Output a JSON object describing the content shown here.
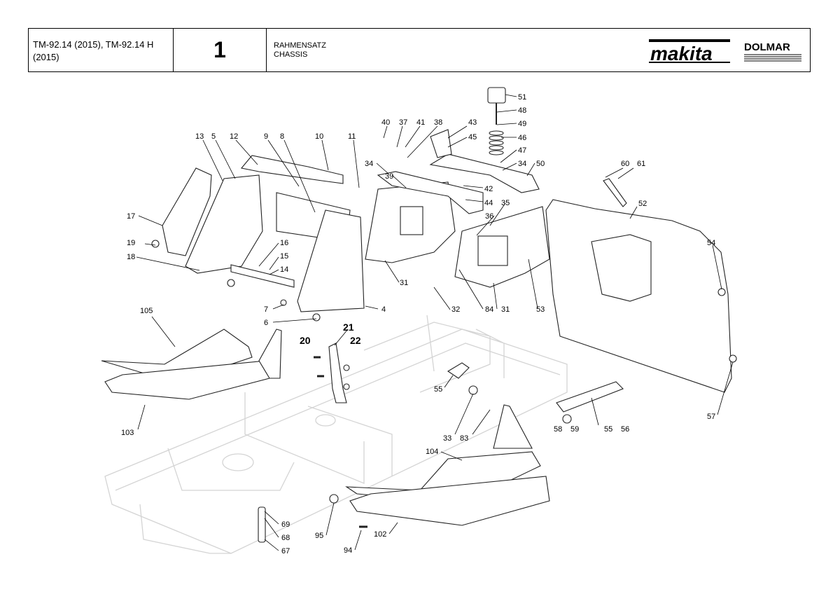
{
  "header": {
    "model": "TM-92.14 (2015), TM-92.14 H (2015)",
    "model_line1": "TM-92.14 (2015), TM-92.14 H",
    "model_line2": "(2015)",
    "page_number": "1",
    "title_de": "RAHMENSATZ",
    "title_en": "CHASSIS",
    "brand1": "makita",
    "brand2": "DOLMAR"
  },
  "callouts": [
    {
      "id": "c13",
      "text": "13"
    },
    {
      "id": "c5",
      "text": "5"
    },
    {
      "id": "c12",
      "text": "12"
    },
    {
      "id": "c9",
      "text": "9"
    },
    {
      "id": "c8",
      "text": "8"
    },
    {
      "id": "c10",
      "text": "10"
    },
    {
      "id": "c11",
      "text": "11"
    },
    {
      "id": "c40",
      "text": "40"
    },
    {
      "id": "c37",
      "text": "37"
    },
    {
      "id": "c41",
      "text": "41"
    },
    {
      "id": "c38",
      "text": "38"
    },
    {
      "id": "c43",
      "text": "43"
    },
    {
      "id": "c45",
      "text": "45"
    },
    {
      "id": "c51",
      "text": "51"
    },
    {
      "id": "c48",
      "text": "48"
    },
    {
      "id": "c49",
      "text": "49"
    },
    {
      "id": "c46",
      "text": "46"
    },
    {
      "id": "c47",
      "text": "47"
    },
    {
      "id": "c50",
      "text": "50"
    },
    {
      "id": "c34a",
      "text": "34"
    },
    {
      "id": "c34b",
      "text": "34"
    },
    {
      "id": "c39",
      "text": "39"
    },
    {
      "id": "c42",
      "text": "42"
    },
    {
      "id": "c44",
      "text": "44"
    },
    {
      "id": "c36",
      "text": "36"
    },
    {
      "id": "c35",
      "text": "35"
    },
    {
      "id": "c60",
      "text": "60"
    },
    {
      "id": "c61",
      "text": "61"
    },
    {
      "id": "c52",
      "text": "52"
    },
    {
      "id": "c17",
      "text": "17"
    },
    {
      "id": "c19",
      "text": "19"
    },
    {
      "id": "c18",
      "text": "18"
    },
    {
      "id": "c16",
      "text": "16"
    },
    {
      "id": "c15",
      "text": "15"
    },
    {
      "id": "c14",
      "text": "14"
    },
    {
      "id": "c7",
      "text": "7"
    },
    {
      "id": "c6",
      "text": "6"
    },
    {
      "id": "c4",
      "text": "4"
    },
    {
      "id": "c31a",
      "text": "31"
    },
    {
      "id": "c32",
      "text": "32"
    },
    {
      "id": "c84",
      "text": "84"
    },
    {
      "id": "c31b",
      "text": "31"
    },
    {
      "id": "c53",
      "text": "53"
    },
    {
      "id": "c54",
      "text": "54"
    },
    {
      "id": "c105",
      "text": "105"
    },
    {
      "id": "c21",
      "text": "21"
    },
    {
      "id": "c20",
      "text": "20"
    },
    {
      "id": "c22",
      "text": "22"
    },
    {
      "id": "c55a",
      "text": "55"
    },
    {
      "id": "c103",
      "text": "103"
    },
    {
      "id": "c33",
      "text": "33"
    },
    {
      "id": "c83",
      "text": "83"
    },
    {
      "id": "c58",
      "text": "58"
    },
    {
      "id": "c59",
      "text": "59"
    },
    {
      "id": "c55b",
      "text": "55"
    },
    {
      "id": "c56",
      "text": "56"
    },
    {
      "id": "c57",
      "text": "57"
    },
    {
      "id": "c104",
      "text": "104"
    },
    {
      "id": "c69",
      "text": "69"
    },
    {
      "id": "c68",
      "text": "68"
    },
    {
      "id": "c67",
      "text": "67"
    },
    {
      "id": "c95",
      "text": "95"
    },
    {
      "id": "c102",
      "text": "102"
    },
    {
      "id": "c94",
      "text": "94"
    }
  ]
}
